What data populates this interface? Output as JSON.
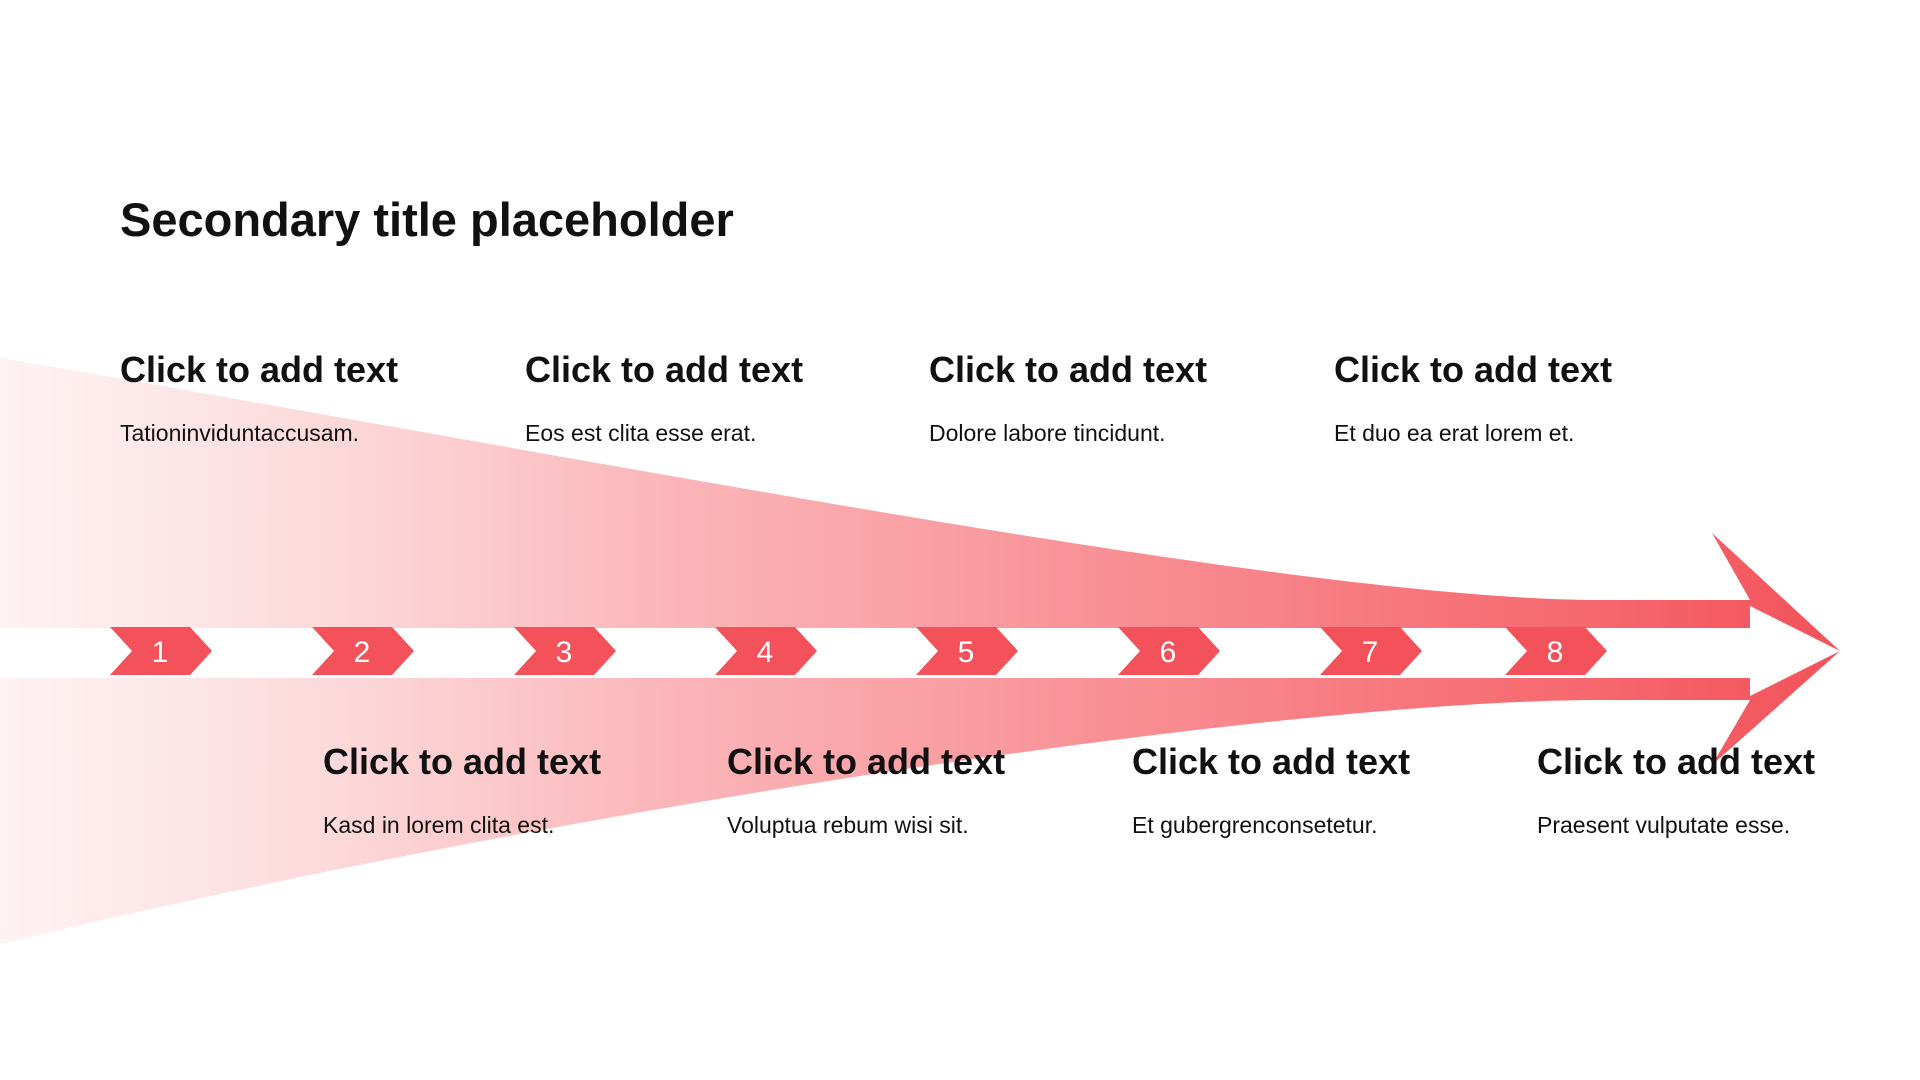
{
  "title": "Secondary title placeholder",
  "colors": {
    "accent": "#f4525a",
    "gradient_start": "#fde9ea",
    "gradient_mid": "#fbb8bb",
    "gradient_end": "#f4525a",
    "chevron": "#f4525a",
    "text": "#111111",
    "background": "#ffffff"
  },
  "steps": [
    "1",
    "2",
    "3",
    "4",
    "5",
    "6",
    "7",
    "8"
  ],
  "top_items": [
    {
      "heading": "Click to add text",
      "text": "Tationinviduntaccusam."
    },
    {
      "heading": "Click to add text",
      "text": "Eos est clita esse erat."
    },
    {
      "heading": "Click to add text",
      "text": "Dolore labore tincidunt."
    },
    {
      "heading": "Click to add text",
      "text": "Et duo ea erat lorem et."
    }
  ],
  "bottom_items": [
    {
      "heading": "Click to add text",
      "text": "Kasd in lorem clita est."
    },
    {
      "heading": "Click to add text",
      "text": "Voluptua rebum wisi sit."
    },
    {
      "heading": "Click to add text",
      "text": "Et gubergrenconsetetur."
    },
    {
      "heading": "Click to add text",
      "text": "Praesent vulputate esse."
    }
  ]
}
